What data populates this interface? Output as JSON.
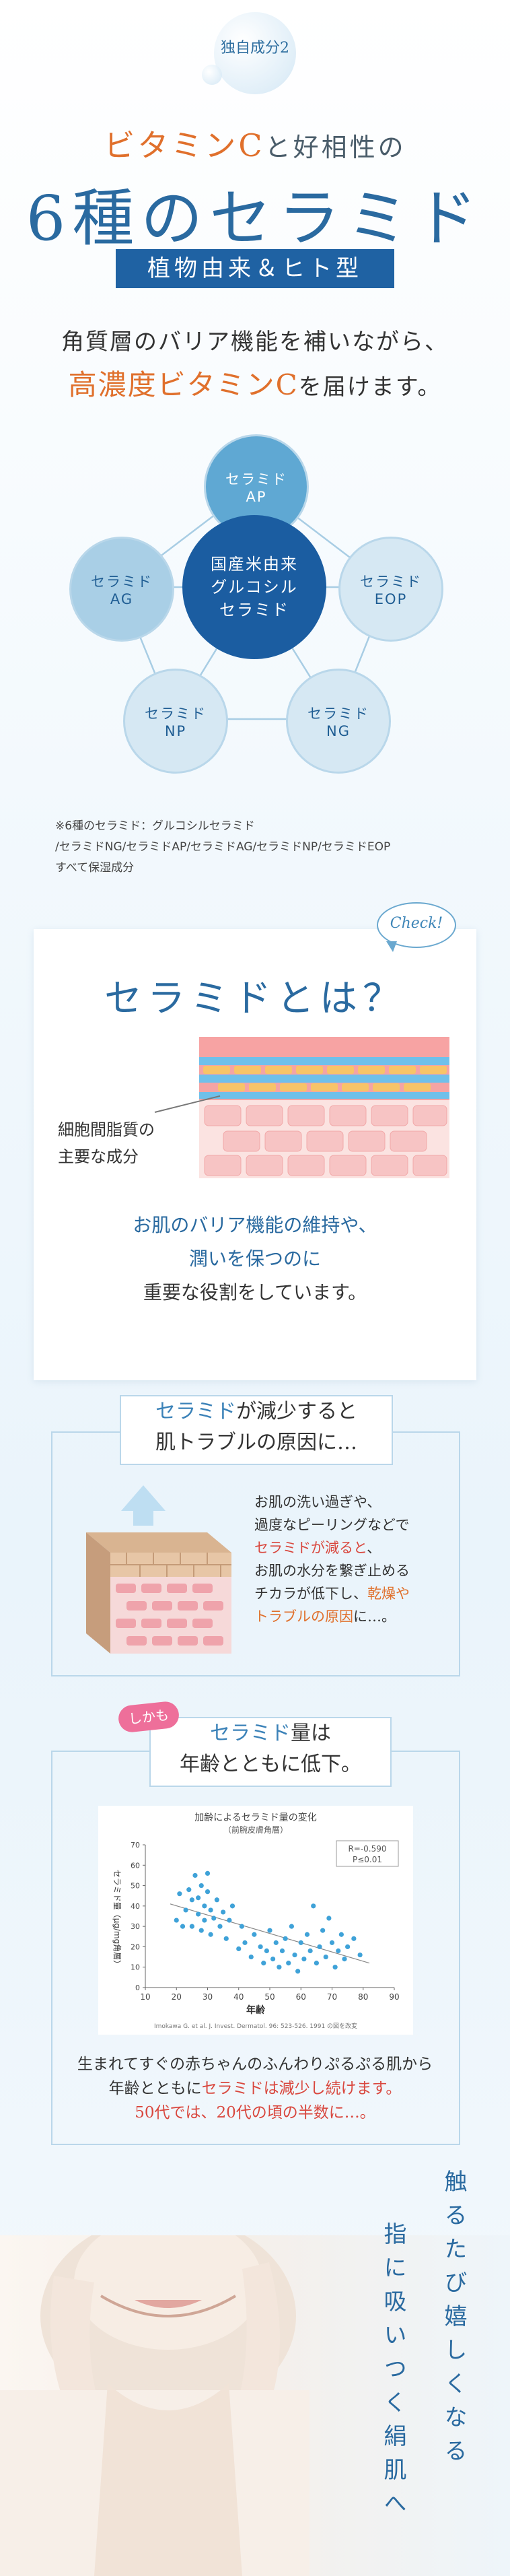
{
  "hero": {
    "badge": "独自成分2",
    "sub_orange": "ビタミンC",
    "sub_gray": "と好相性の",
    "title": "6種のセラミド",
    "band": "植物由来＆ヒト型",
    "lead_line1": "角質層のバリア機能を補いながら、",
    "lead_line2_orange": "高濃度ビタミンC",
    "lead_line2_dark": "を届けます。"
  },
  "diagram": {
    "center": [
      "国産米由来",
      "グルコシル",
      "セラミド"
    ],
    "nodes": [
      {
        "line1": "セラミド",
        "line2": "AP"
      },
      {
        "line1": "セラミド",
        "line2": "EOP"
      },
      {
        "line1": "セラミド",
        "line2": "NG"
      },
      {
        "line1": "セラミド",
        "line2": "NP"
      },
      {
        "line1": "セラミド",
        "line2": "AG"
      }
    ],
    "colors": {
      "center": "#1b5da1",
      "outer": "#d6e8f3",
      "accent": "#5fa8d3"
    }
  },
  "note": {
    "line1": "※6種のセラミド：グルコシルセラミド",
    "line2": "/セラミドNG/セラミドAP/セラミドAG/セラミドNP/セラミドEOP",
    "line3": "すべて保湿成分"
  },
  "ceramide_card": {
    "check": "Check!",
    "heading": "セラミドとは？",
    "skin_label_line1": "細胞間脂質の",
    "skin_label_line2": "主要な成分",
    "text_line1": "お肌のバリア機能の維持や、",
    "text_line2": "潤いを保つのに",
    "text_line3": "重要な役割をしています。"
  },
  "decrease_card": {
    "title_blue": "セラミド",
    "title_rest": "が減少すると",
    "title_line2": "肌トラブルの原因に…",
    "body": {
      "l1": "お肌の洗い過ぎや、",
      "l2": "過度なピーリングなどで",
      "l3_red": "セラミドが減ると",
      "l3_rest": "、",
      "l4": "お肌の水分を繋ぎ止める",
      "l5_a": "チカラが低下し、",
      "l5_orange": "乾燥や",
      "l6_orange": "トラブルの原因",
      "l6_rest": "に…。"
    }
  },
  "age_card": {
    "tag": "しかも",
    "title_blue": "セラミド",
    "title_rest": "量は",
    "title_line2": "年齢とともに低下。",
    "text_line1": "生まれてすぐの赤ちゃんのふんわりぷるぷる肌から",
    "text_line2_a": "年齢とともに",
    "text_line2_red": "セラミドは減少し続けます。",
    "text_line3": "50代では、20代の頃の半数に…。"
  },
  "chart_data": {
    "type": "scatter",
    "title": "加齢によるセラミド量の変化",
    "subtitle": "（前腕皮膚角層）",
    "xlabel": "年齢",
    "ylabel": "セラミド量（μg/mg角層）",
    "xlim": [
      10,
      90
    ],
    "ylim": [
      0,
      70
    ],
    "xticks": [
      10,
      20,
      30,
      40,
      50,
      60,
      70,
      80,
      90
    ],
    "yticks": [
      0,
      10,
      20,
      30,
      40,
      50,
      60,
      70
    ],
    "annotation_r": "R=-0.590",
    "annotation_p": "P≤0.01",
    "source": "Imokawa G. et al. J. Invest. Dermatol. 96: 523-526. 1991 の図を改変",
    "trend": {
      "x": [
        18,
        82
      ],
      "y": [
        41,
        12
      ]
    },
    "points": [
      {
        "x": 20,
        "y": 33
      },
      {
        "x": 21,
        "y": 46
      },
      {
        "x": 22,
        "y": 30
      },
      {
        "x": 23,
        "y": 38
      },
      {
        "x": 24,
        "y": 48
      },
      {
        "x": 25,
        "y": 43
      },
      {
        "x": 25,
        "y": 30
      },
      {
        "x": 26,
        "y": 55
      },
      {
        "x": 27,
        "y": 44
      },
      {
        "x": 27,
        "y": 36
      },
      {
        "x": 28,
        "y": 50
      },
      {
        "x": 28,
        "y": 28
      },
      {
        "x": 29,
        "y": 40
      },
      {
        "x": 29,
        "y": 33
      },
      {
        "x": 30,
        "y": 47
      },
      {
        "x": 30,
        "y": 56
      },
      {
        "x": 31,
        "y": 38
      },
      {
        "x": 31,
        "y": 26
      },
      {
        "x": 32,
        "y": 34
      },
      {
        "x": 33,
        "y": 43
      },
      {
        "x": 34,
        "y": 30
      },
      {
        "x": 35,
        "y": 37
      },
      {
        "x": 36,
        "y": 24
      },
      {
        "x": 37,
        "y": 33
      },
      {
        "x": 38,
        "y": 40
      },
      {
        "x": 40,
        "y": 19
      },
      {
        "x": 41,
        "y": 30
      },
      {
        "x": 42,
        "y": 22
      },
      {
        "x": 44,
        "y": 15
      },
      {
        "x": 45,
        "y": 26
      },
      {
        "x": 47,
        "y": 20
      },
      {
        "x": 48,
        "y": 12
      },
      {
        "x": 49,
        "y": 18
      },
      {
        "x": 50,
        "y": 28
      },
      {
        "x": 51,
        "y": 14
      },
      {
        "x": 52,
        "y": 22
      },
      {
        "x": 53,
        "y": 10
      },
      {
        "x": 54,
        "y": 18
      },
      {
        "x": 55,
        "y": 24
      },
      {
        "x": 56,
        "y": 12
      },
      {
        "x": 57,
        "y": 30
      },
      {
        "x": 58,
        "y": 16
      },
      {
        "x": 59,
        "y": 8
      },
      {
        "x": 60,
        "y": 22
      },
      {
        "x": 61,
        "y": 14
      },
      {
        "x": 62,
        "y": 26
      },
      {
        "x": 63,
        "y": 18
      },
      {
        "x": 64,
        "y": 40
      },
      {
        "x": 65,
        "y": 12
      },
      {
        "x": 66,
        "y": 20
      },
      {
        "x": 67,
        "y": 28
      },
      {
        "x": 68,
        "y": 15
      },
      {
        "x": 69,
        "y": 34
      },
      {
        "x": 70,
        "y": 22
      },
      {
        "x": 71,
        "y": 10
      },
      {
        "x": 72,
        "y": 18
      },
      {
        "x": 73,
        "y": 26
      },
      {
        "x": 74,
        "y": 14
      },
      {
        "x": 75,
        "y": 20
      },
      {
        "x": 77,
        "y": 24
      },
      {
        "x": 79,
        "y": 16
      }
    ],
    "grid": false,
    "point_color": "#3fa2d8"
  },
  "closing": {
    "line1": "触るたび嬉しくなる",
    "line2": "指に吸いつく絹肌へ"
  }
}
